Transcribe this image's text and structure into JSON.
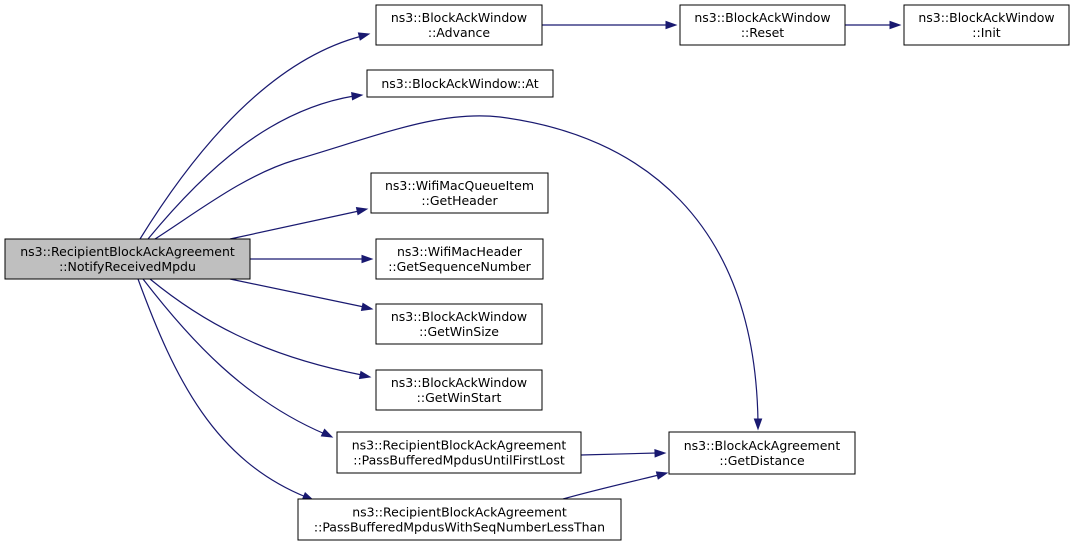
{
  "graph": {
    "type": "call-graph",
    "colors": {
      "edge": "#191970",
      "root_fill": "#bfbfbf",
      "node_fill": "#ffffff",
      "border": "#000000"
    },
    "nodes": [
      {
        "id": "notify",
        "lines": [
          "ns3::RecipientBlockAckAgreement",
          "::NotifyReceivedMpdu"
        ],
        "highlight": true
      },
      {
        "id": "advance",
        "lines": [
          "ns3::BlockAckWindow",
          "::Advance"
        ]
      },
      {
        "id": "reset",
        "lines": [
          "ns3::BlockAckWindow",
          "::Reset"
        ]
      },
      {
        "id": "init",
        "lines": [
          "ns3::BlockAckWindow",
          "::Init"
        ]
      },
      {
        "id": "at",
        "lines": [
          "ns3::BlockAckWindow::At"
        ]
      },
      {
        "id": "getheader",
        "lines": [
          "ns3::WifiMacQueueItem",
          "::GetHeader"
        ]
      },
      {
        "id": "getseq",
        "lines": [
          "ns3::WifiMacHeader",
          "::GetSequenceNumber"
        ]
      },
      {
        "id": "getwinsize",
        "lines": [
          "ns3::BlockAckWindow",
          "::GetWinSize"
        ]
      },
      {
        "id": "getwinstart",
        "lines": [
          "ns3::BlockAckWindow",
          "::GetWinStart"
        ]
      },
      {
        "id": "passfirstlost",
        "lines": [
          "ns3::RecipientBlockAckAgreement",
          "::PassBufferedMpdusUntilFirstLost"
        ]
      },
      {
        "id": "passseqless",
        "lines": [
          "ns3::RecipientBlockAckAgreement",
          "::PassBufferedMpdusWithSeqNumberLessThan"
        ]
      },
      {
        "id": "getdistance",
        "lines": [
          "ns3::BlockAckAgreement",
          "::GetDistance"
        ]
      }
    ],
    "edges": [
      {
        "from": "notify",
        "to": "advance"
      },
      {
        "from": "advance",
        "to": "reset"
      },
      {
        "from": "reset",
        "to": "init"
      },
      {
        "from": "notify",
        "to": "at"
      },
      {
        "from": "notify",
        "to": "getdistance"
      },
      {
        "from": "notify",
        "to": "getheader"
      },
      {
        "from": "notify",
        "to": "getseq"
      },
      {
        "from": "notify",
        "to": "getwinsize"
      },
      {
        "from": "notify",
        "to": "getwinstart"
      },
      {
        "from": "notify",
        "to": "passfirstlost"
      },
      {
        "from": "notify",
        "to": "passseqless"
      },
      {
        "from": "passfirstlost",
        "to": "getdistance"
      },
      {
        "from": "passseqless",
        "to": "getdistance"
      }
    ]
  }
}
